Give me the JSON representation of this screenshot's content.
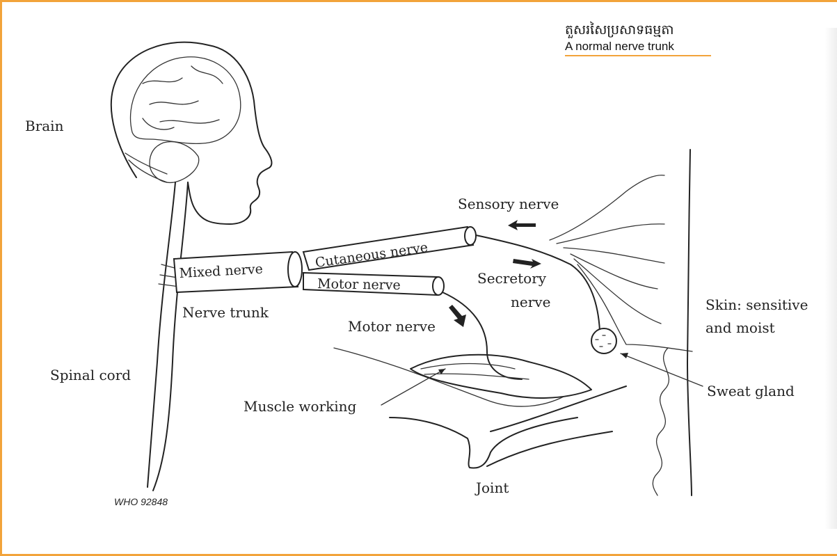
{
  "header": {
    "khmer_title": "តួសរសៃប្រសាទធម្មតា",
    "english_title": "A normal nerve trunk"
  },
  "labels": {
    "brain": "Brain",
    "spinal_cord": "Spinal cord",
    "nerve_trunk": "Nerve trunk",
    "mixed_nerve": "Mixed nerve",
    "cutaneous_nerve": "Cutaneous nerve",
    "motor_nerve_tube": "Motor nerve",
    "motor_nerve_branch": "Motor nerve",
    "sensory_nerve": "Sensory nerve",
    "secretory_nerve_line1": "Secretory",
    "secretory_nerve_line2": "nerve",
    "skin_line1": "Skin: sensitive",
    "skin_line2": "and moist",
    "sweat_gland": "Sweat gland",
    "muscle_working": "Muscle working",
    "joint": "Joint"
  },
  "credit": "WHO 92848",
  "colors": {
    "accent": "#f2a33a",
    "ink": "#222222"
  }
}
